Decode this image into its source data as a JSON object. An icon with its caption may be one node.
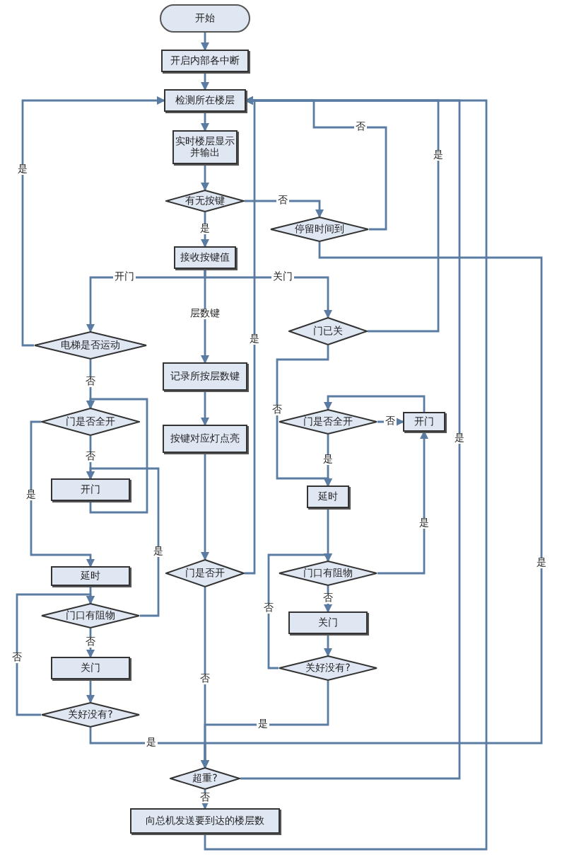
{
  "diagram": {
    "nodes": [
      {
        "text": [
          "开始"
        ]
      },
      {
        "text": [
          "开启内部各中断"
        ]
      },
      {
        "text": [
          "检测所在楼层"
        ]
      },
      {
        "text": [
          "实时楼层显示并输出"
        ]
      },
      {
        "text": [
          "有无按键"
        ]
      },
      {
        "text": [
          "停留时间到"
        ]
      },
      {
        "text": [
          "接收按键值"
        ]
      },
      {
        "text": [
          "电梯是否运动"
        ]
      },
      {
        "text": [
          "门已关"
        ]
      },
      {
        "text": [
          "记录所按层数键"
        ]
      },
      {
        "text": [
          "门是否全开"
        ]
      },
      {
        "text": [
          "门是否全开"
        ]
      },
      {
        "text": [
          "开门"
        ]
      },
      {
        "text": [
          "按键对应灯点亮"
        ]
      },
      {
        "text": [
          "开门"
        ]
      },
      {
        "text": [
          "延时"
        ]
      },
      {
        "text": [
          "延时"
        ]
      },
      {
        "text": [
          "门口有阻物"
        ]
      },
      {
        "text": [
          "门是否开"
        ]
      },
      {
        "text": [
          "关门"
        ]
      },
      {
        "text": [
          "门口有阻物"
        ]
      },
      {
        "text": [
          "关好没有?"
        ]
      },
      {
        "text": [
          "关门"
        ]
      },
      {
        "text": [
          "关好没有?"
        ]
      },
      {
        "text": [
          "超重?"
        ]
      },
      {
        "text": [
          "向总机发送要到达的楼层数"
        ]
      }
    ],
    "edges": [
      {
        "from": 0,
        "to": 1,
        "arrow": "to"
      },
      {
        "from": 1,
        "to": 2,
        "arrow": "to"
      },
      {
        "from": 2,
        "to": 3,
        "arrow": "to"
      },
      {
        "from": 3,
        "to": 4,
        "arrow": "to"
      },
      {
        "from": 4,
        "to": 6,
        "arrow": "to",
        "label": "是"
      },
      {
        "from": 4,
        "to": 5,
        "arrow": "to",
        "label": "否"
      },
      {
        "from": 5,
        "to": 2,
        "arrow": "to",
        "label": "否"
      },
      {
        "from": 5,
        "to": 24,
        "arrow": "to",
        "label": "是"
      },
      {
        "from": 6,
        "to": 7,
        "arrow": "to",
        "label": "开门"
      },
      {
        "from": 6,
        "to": 8,
        "arrow": "to",
        "label": "关门"
      },
      {
        "from": 6,
        "to": 9,
        "arrow": "to",
        "label": "层数键"
      },
      {
        "from": 7,
        "to": 2,
        "arrow": "to",
        "label": "是"
      },
      {
        "from": 7,
        "to": 10,
        "arrow": "to",
        "label": "否"
      },
      {
        "from": 8,
        "to": 2,
        "arrow": "to",
        "label": "是"
      },
      {
        "from": 8,
        "to": 15,
        "arrow": "to",
        "label": "否"
      },
      {
        "from": 9,
        "to": 13,
        "arrow": "to"
      },
      {
        "from": 13,
        "to": 18,
        "arrow": "to"
      },
      {
        "from": 18,
        "to": 2,
        "arrow": "to",
        "label": "是"
      },
      {
        "from": 18,
        "to": 24,
        "arrow": "to",
        "label": "否"
      },
      {
        "from": 10,
        "to": 14,
        "arrow": "to",
        "label": "否"
      },
      {
        "from": 10,
        "to": 16,
        "arrow": "to",
        "label": "是"
      },
      {
        "from": 14,
        "to": 10,
        "arrow": "to"
      },
      {
        "from": 16,
        "to": 20,
        "arrow": "to"
      },
      {
        "from": 20,
        "to": 14,
        "arrow": "to",
        "label": "是"
      },
      {
        "from": 20,
        "to": 22,
        "arrow": "to",
        "label": "否"
      },
      {
        "from": 22,
        "to": 23,
        "arrow": "to"
      },
      {
        "from": 23,
        "to": 20,
        "arrow": "to",
        "label": "否"
      },
      {
        "from": 23,
        "to": 24,
        "arrow": "to",
        "label": "是"
      },
      {
        "from": 11,
        "to": 12,
        "arrow": "to",
        "label": "否"
      },
      {
        "from": 12,
        "to": 11,
        "arrow": "to"
      },
      {
        "from": 11,
        "to": 15,
        "arrow": "to",
        "label": "是"
      },
      {
        "from": 15,
        "to": 17,
        "arrow": "to"
      },
      {
        "from": 17,
        "to": 12,
        "arrow": "to",
        "label": "是"
      },
      {
        "from": 17,
        "to": 19,
        "arrow": "to",
        "label": "否"
      },
      {
        "from": 19,
        "to": 21,
        "arrow": "to"
      },
      {
        "from": 21,
        "to": 17,
        "arrow": "to",
        "label": "否"
      },
      {
        "from": 21,
        "to": 24,
        "arrow": "to",
        "label": "是"
      },
      {
        "from": 24,
        "to": 2,
        "arrow": "to",
        "label": "是"
      },
      {
        "from": 24,
        "to": 25,
        "arrow": "to",
        "label": "否"
      },
      {
        "from": 25,
        "to": 2,
        "arrow": "to"
      }
    ]
  }
}
